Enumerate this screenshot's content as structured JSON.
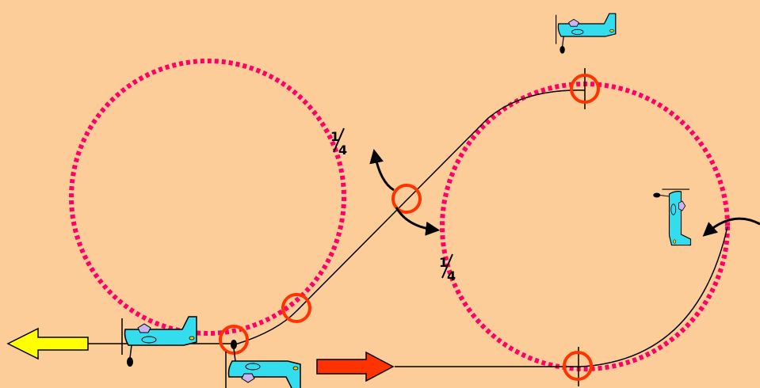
{
  "diagram": {
    "background_color": "#fccc99",
    "loop_color": "#ff0066",
    "marker_color": "#ff3300",
    "plane_color": "#33ddee",
    "entry_arrow_color": "#ff3300",
    "exit_arrow_color": "#ffff00",
    "labels": {
      "fraction_upper": {
        "num": "1",
        "den": "4"
      },
      "fraction_lower": {
        "num": "1",
        "den": "4"
      }
    },
    "icons": [
      "airplane-icon",
      "circle-marker-icon",
      "curved-arrow-icon",
      "block-arrow-icon"
    ]
  }
}
